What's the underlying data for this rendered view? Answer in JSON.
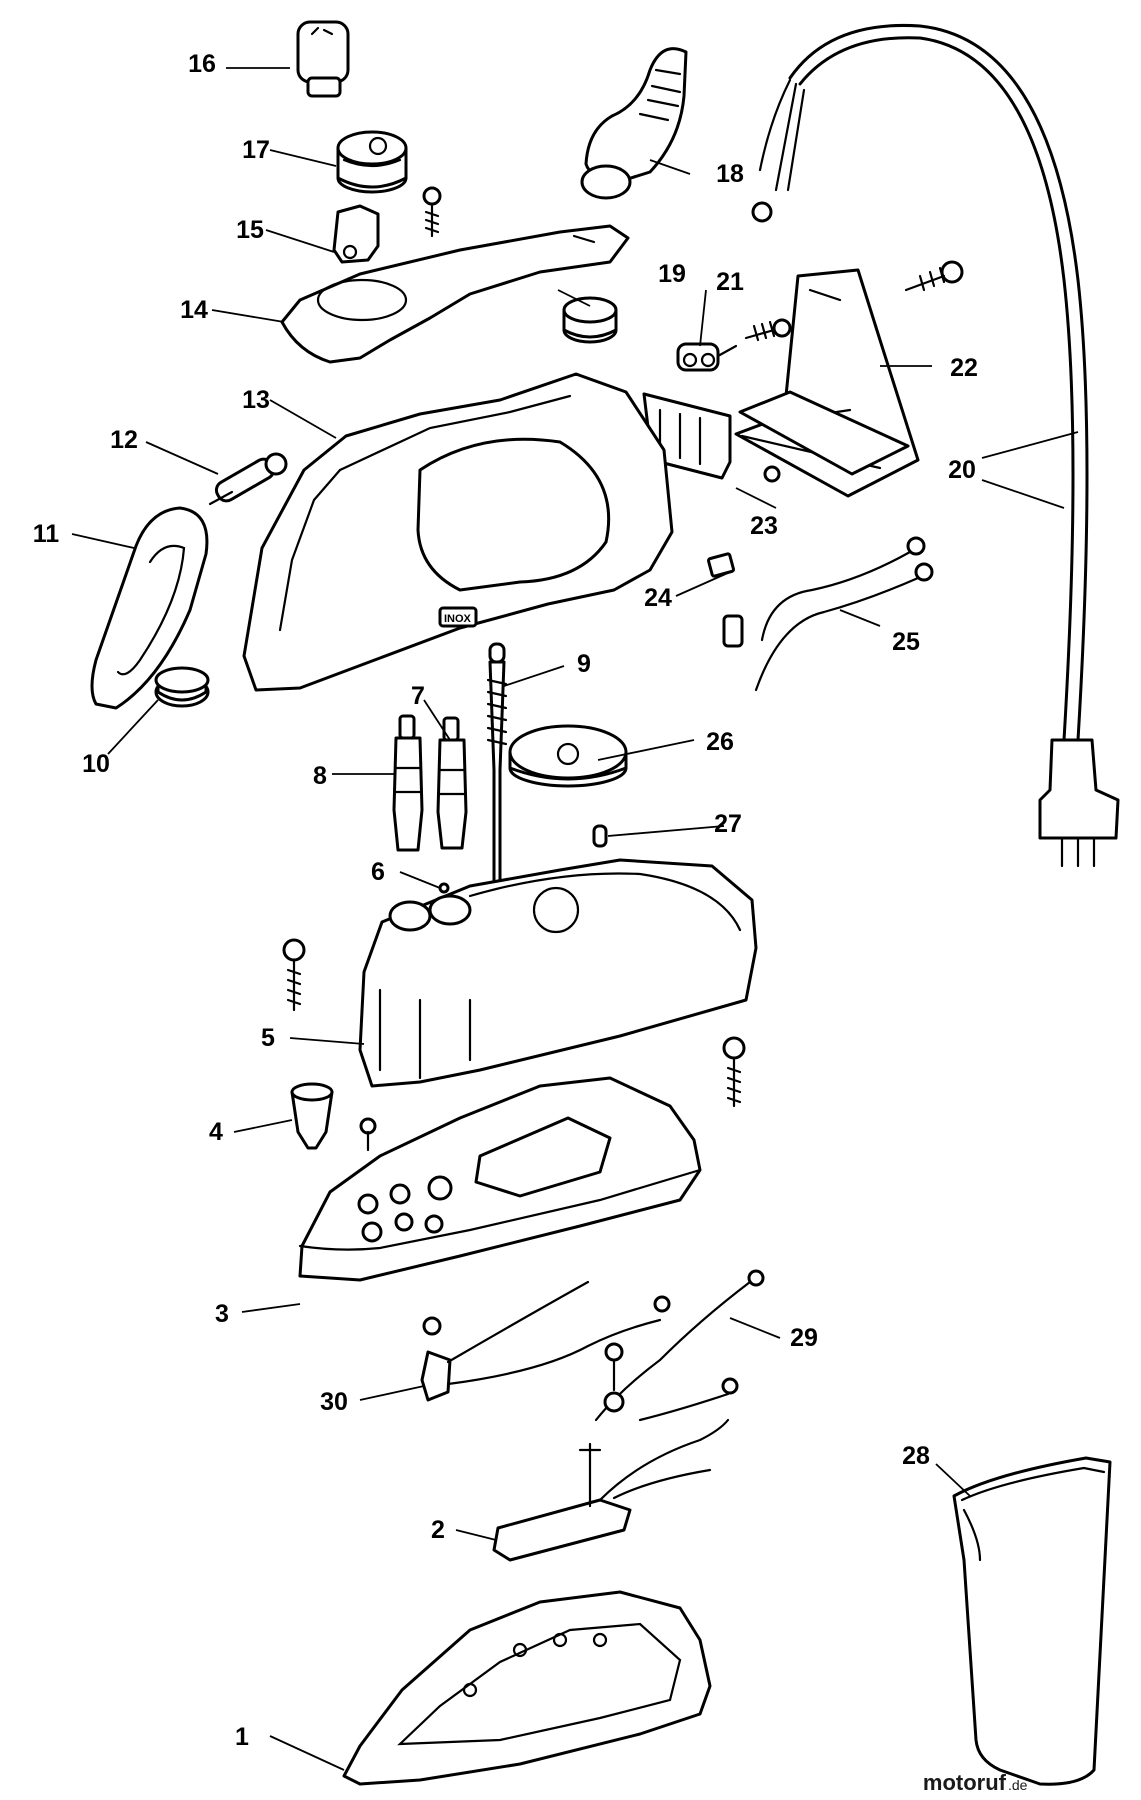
{
  "diagram": {
    "callouts": [
      "1",
      "2",
      "3",
      "4",
      "5",
      "6",
      "7",
      "8",
      "9",
      "10",
      "11",
      "12",
      "13",
      "14",
      "15",
      "16",
      "17",
      "18",
      "19",
      "20",
      "21",
      "22",
      "23",
      "24",
      "25",
      "26",
      "27",
      "28",
      "29",
      "30"
    ],
    "inscriptions": {
      "inox": "INOX"
    }
  },
  "watermark": {
    "brand": "motoruf",
    "tld": ".de"
  }
}
